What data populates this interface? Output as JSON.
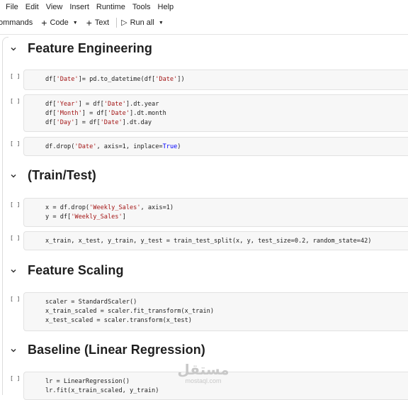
{
  "menu": [
    "File",
    "Edit",
    "View",
    "Insert",
    "Runtime",
    "Tools",
    "Help"
  ],
  "toolbar": {
    "commands": "ommands",
    "code": "Code",
    "text": "Text",
    "run_all": "Run all"
  },
  "icons": {
    "plus": "+",
    "play": "▷",
    "caret": "▼",
    "chevron": "chevron-down"
  },
  "run_indicator": "[ ]",
  "sections": [
    {
      "title": "Feature Engineering",
      "cells": [
        [
          [
            [
              "df[",
              "t"
            ],
            [
              "'Date'",
              "s"
            ],
            [
              "]= pd.to_datetime(df[",
              "t"
            ],
            [
              "'Date'",
              "s"
            ],
            [
              "])",
              "t"
            ]
          ]
        ],
        [
          [
            [
              "df[",
              "t"
            ],
            [
              "'Year'",
              "s"
            ],
            [
              "] = df[",
              "t"
            ],
            [
              "'Date'",
              "s"
            ],
            [
              "].dt.year",
              "t"
            ]
          ],
          [
            [
              "df[",
              "t"
            ],
            [
              "'Month'",
              "s"
            ],
            [
              "] = df[",
              "t"
            ],
            [
              "'Date'",
              "s"
            ],
            [
              "].dt.month",
              "t"
            ]
          ],
          [
            [
              "df[",
              "t"
            ],
            [
              "'Day'",
              "s"
            ],
            [
              "] = df[",
              "t"
            ],
            [
              "'Date'",
              "s"
            ],
            [
              "].dt.day",
              "t"
            ]
          ]
        ],
        [
          [
            [
              "df.drop(",
              "t"
            ],
            [
              "'Date'",
              "s"
            ],
            [
              ", axis=1, inplace=",
              "t"
            ],
            [
              "True",
              "k"
            ],
            [
              ")",
              "t"
            ]
          ]
        ]
      ]
    },
    {
      "title": "(Train/Test)",
      "cells": [
        [
          [
            [
              "x = df.drop(",
              "t"
            ],
            [
              "'Weekly_Sales'",
              "s"
            ],
            [
              ", axis=1)",
              "t"
            ]
          ],
          [
            [
              "y = df[",
              "t"
            ],
            [
              "'Weekly_Sales'",
              "s"
            ],
            [
              "]",
              "t"
            ]
          ]
        ],
        [
          [
            [
              "x_train, x_test, y_train, y_test = train_test_split(x, y, test_size=0.2, random_state=42)",
              "t"
            ]
          ]
        ]
      ]
    },
    {
      "title": "Feature Scaling",
      "cells": [
        [
          [
            [
              "scaler = StandardScaler()",
              "t"
            ]
          ],
          [
            [
              "x_train_scaled = scaler.fit_transform(x_train)",
              "t"
            ]
          ],
          [
            [
              "x_test_scaled = scaler.transform(x_test)",
              "t"
            ]
          ]
        ]
      ]
    },
    {
      "title": "Baseline (Linear Regression)",
      "cells": [
        [
          [
            [
              "lr = LinearRegression()",
              "t"
            ]
          ],
          [
            [
              "lr.fit(x_train_scaled, y_train)",
              "t"
            ]
          ]
        ]
      ]
    }
  ],
  "watermark": {
    "arabic": "مستقل",
    "latin": "mostaql.com"
  }
}
